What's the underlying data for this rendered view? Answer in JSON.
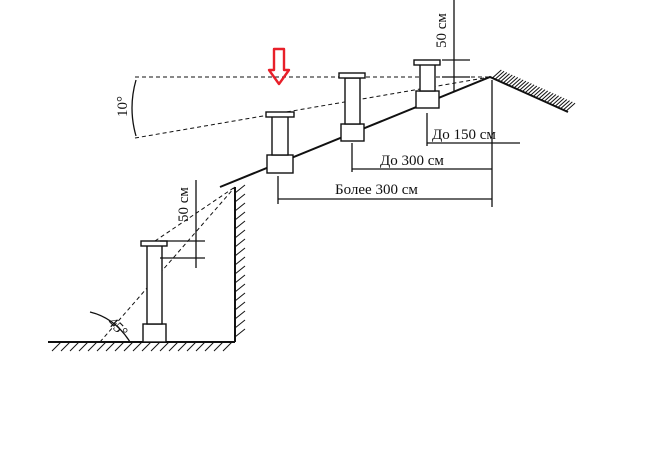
{
  "labels": {
    "top_clearance": "50 см",
    "left_clearance": "50 см",
    "angle_10": "10°",
    "angle_45": "45°",
    "dist_150": "До 150 см",
    "dist_300": "До 300 см",
    "dist_more_300": "Более 300 см"
  },
  "colors": {
    "line": "#111111",
    "arrow": "#e8202a",
    "background": "#ffffff"
  },
  "icons": {
    "highlight_arrow": "down-arrow-icon"
  }
}
